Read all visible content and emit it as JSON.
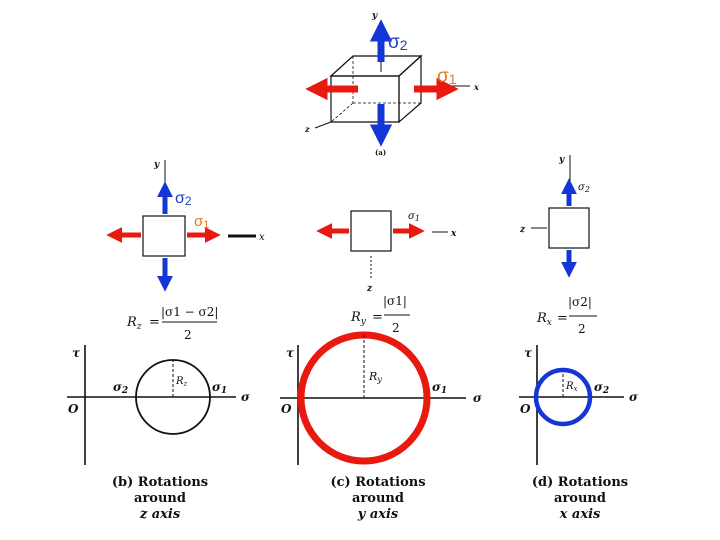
{
  "colors": {
    "red": "#e8190f",
    "blue": "#1436d6",
    "sigma1_label": "#e07a1a",
    "sigma2_label": "#1f3ec8",
    "ink": "#111111"
  },
  "panel_a": {
    "axis_y": "y",
    "axis_x": "x",
    "axis_z": "z",
    "sigma2": "σ2",
    "sigma1": "σ1",
    "caption": "(a)"
  },
  "panel_b": {
    "axis_y": "y",
    "axis_x": "x",
    "sigma2": "σ2",
    "sigma1": "σ1",
    "formula_lhs": "R",
    "formula_lhs_sub": "z",
    "formula_num": "|σ1 − σ2|",
    "formula_den": "2",
    "circle": {
      "tau": "τ",
      "origin": "O",
      "sigma_axis": "σ",
      "s2": "σ2",
      "s1": "σ1",
      "radius": "Rz"
    },
    "caption": [
      "(b) Rotations",
      "around",
      "z axis"
    ]
  },
  "panel_c": {
    "axis_x": "x",
    "axis_z": "z",
    "sigma1": "σ1",
    "formula_lhs": "R",
    "formula_lhs_sub": "y",
    "formula_num": "|σ1|",
    "formula_den": "2",
    "circle": {
      "tau": "τ",
      "origin": "O",
      "sigma_axis": "σ",
      "s1": "σ1",
      "radius": "Ry"
    },
    "caption": [
      "(c) Rotations",
      "around",
      "y axis"
    ]
  },
  "panel_d": {
    "axis_y": "y",
    "axis_z": "z",
    "sigma2": "σ2",
    "formula_lhs": "R",
    "formula_lhs_sub": "x",
    "formula_num": "|σ2|",
    "formula_den": "2",
    "circle": {
      "tau": "τ",
      "origin": "O",
      "sigma_axis": "σ",
      "s2": "σ2",
      "radius": "Rx"
    },
    "caption": [
      "(d) Rotations",
      "around",
      "x axis"
    ]
  }
}
